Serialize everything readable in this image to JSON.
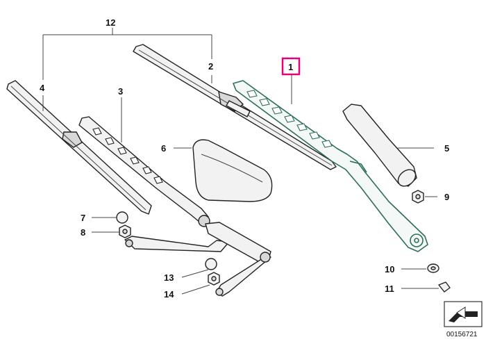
{
  "callouts": {
    "c1": "1",
    "c2": "2",
    "c3": "3",
    "c4": "4",
    "c5": "5",
    "c6": "6",
    "c7": "7",
    "c8": "8",
    "c9": "9",
    "c10": "10",
    "c11": "11",
    "c12": "12",
    "c13": "13",
    "c14": "14"
  },
  "highlight_color": "#e6007e",
  "diagram_id": "00156721"
}
